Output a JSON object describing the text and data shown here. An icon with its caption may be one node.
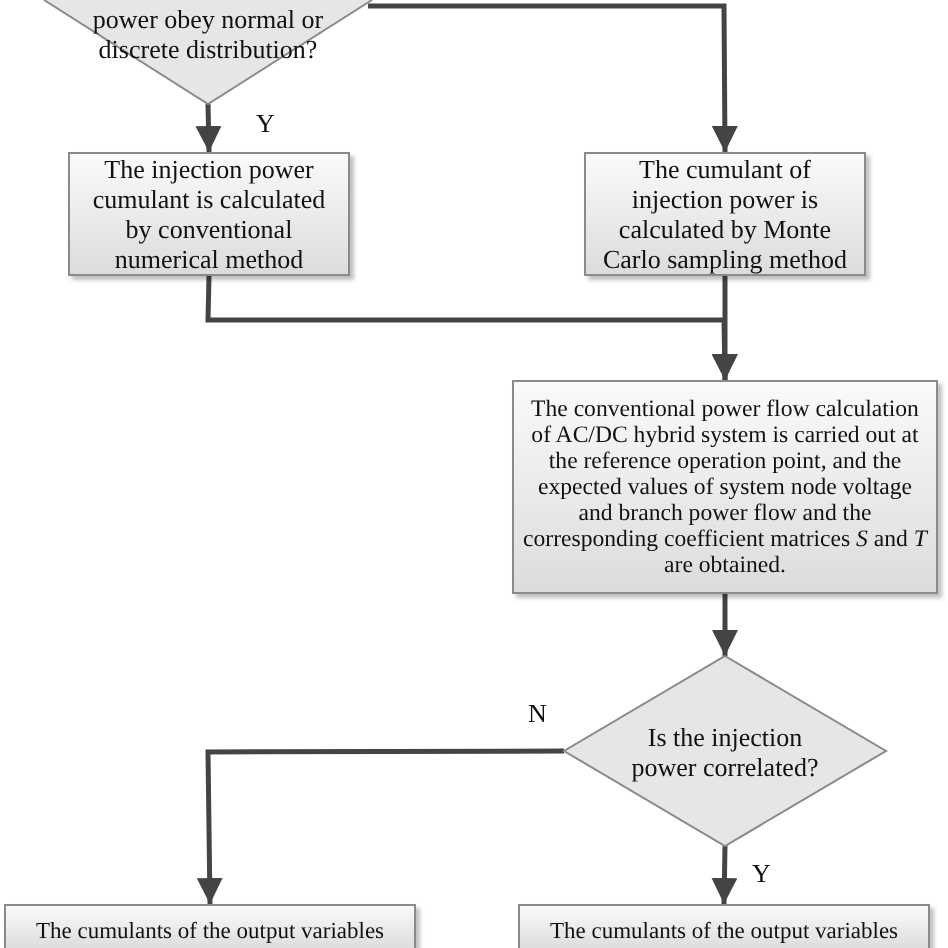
{
  "diagram": {
    "nodes": [
      {
        "text": [
          "power obey normal or discrete distribution?"
        ]
      },
      {
        "text": [
          "The injection power cumulant is calculated by conventional numerical method"
        ]
      },
      {
        "text": [
          "The cumulant of injection power is calculated by Monte Carlo sampling method"
        ]
      },
      {
        "text": [
          "The conventional power flow calculation of AC/DC hybrid system is carried out at the reference operation point, and the expected values of system node voltage and branch power flow and the corresponding coefficient matrices *S* and *T* are obtained."
        ]
      },
      {
        "text": [
          "Is the injection power correlated?"
        ]
      },
      {
        "text": [
          "The cumulants of the output variables"
        ]
      },
      {
        "text": [
          "The cumulants of the output variables"
        ]
      }
    ],
    "edges": [
      {
        "from": 0,
        "to": 1,
        "arrow": "to",
        "label": "Y"
      },
      {
        "from": 0,
        "to": 2,
        "arrow": "to"
      },
      {
        "from": 1,
        "to": 3,
        "arrow": "to"
      },
      {
        "from": 2,
        "to": 3,
        "arrow": "to"
      },
      {
        "from": 3,
        "to": 4,
        "arrow": "to"
      },
      {
        "from": 4,
        "to": 5,
        "arrow": "to",
        "label": "N"
      },
      {
        "from": 4,
        "to": 6,
        "arrow": "to",
        "label": "Y"
      }
    ]
  }
}
